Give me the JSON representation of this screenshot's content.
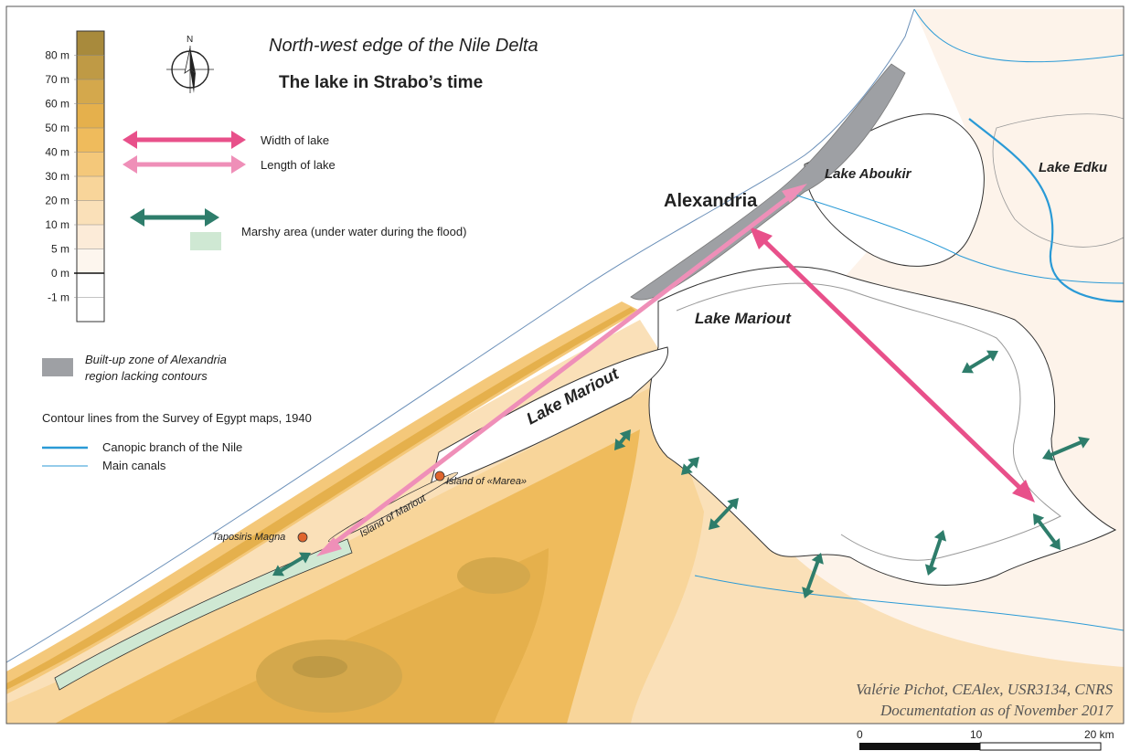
{
  "map": {
    "title": "North-west edge of the Nile Delta",
    "subtitle": "The lake in Strabo’s time",
    "north_label": "N",
    "place_labels": {
      "alexandria": "Alexandria",
      "lake_aboukir": "Lake Aboukir",
      "lake_edku": "Lake Edku",
      "lake_mariout_east": "Lake Mariout",
      "lake_mariout_west": "Lake Mariout",
      "island_of_mariout": "Island of Mariout",
      "island_of_marea": "Island of «Marea»",
      "taposiris_magna": "Taposiris Magna"
    },
    "credit": {
      "line1": "Valérie Pichot, CEAlex, USR3134, CNRS",
      "line2": "Documentation as of November 2017"
    },
    "scale_bar": {
      "ticks": [
        "0",
        "10",
        "20 km"
      ]
    },
    "elevation_legend": {
      "levels": [
        "80 m",
        "70 m",
        "60 m",
        "50 m",
        "40 m",
        "30 m",
        "20 m",
        "10 m",
        "5 m",
        "0 m",
        "-1 m"
      ],
      "colors": [
        "#a88a3c",
        "#bf9a45",
        "#d4a84c",
        "#e5b04c",
        "#efbb5c",
        "#f4c87a",
        "#f8d59a",
        "#fae0b8",
        "#fcebd8",
        "#fdf6ee",
        "#ffffff",
        "#ffffff"
      ]
    },
    "legend": {
      "width_arrow": "Width of lake",
      "length_arrow": "Length of lake",
      "marshy_arrow": "",
      "marshy_area": "Marshy area (under water during the flood)",
      "built_up_line1": "Built-up zone of Alexandria",
      "built_up_line2": "region lacking contours",
      "contour_source": "Contour lines from the Survey of Egypt maps, 1940",
      "canopic": "Canopic branch of the Nile",
      "main_canals": "Main canals"
    },
    "colors": {
      "width_arrow": "#e8508a",
      "length_arrow": "#ef8fb8",
      "marsh_arrow": "#2e7d6b",
      "marsh_fill": "#cfe8d3",
      "built_up": "#9ea0a4",
      "river": "#2a9ad6",
      "site_dot": "#e0652d"
    }
  }
}
